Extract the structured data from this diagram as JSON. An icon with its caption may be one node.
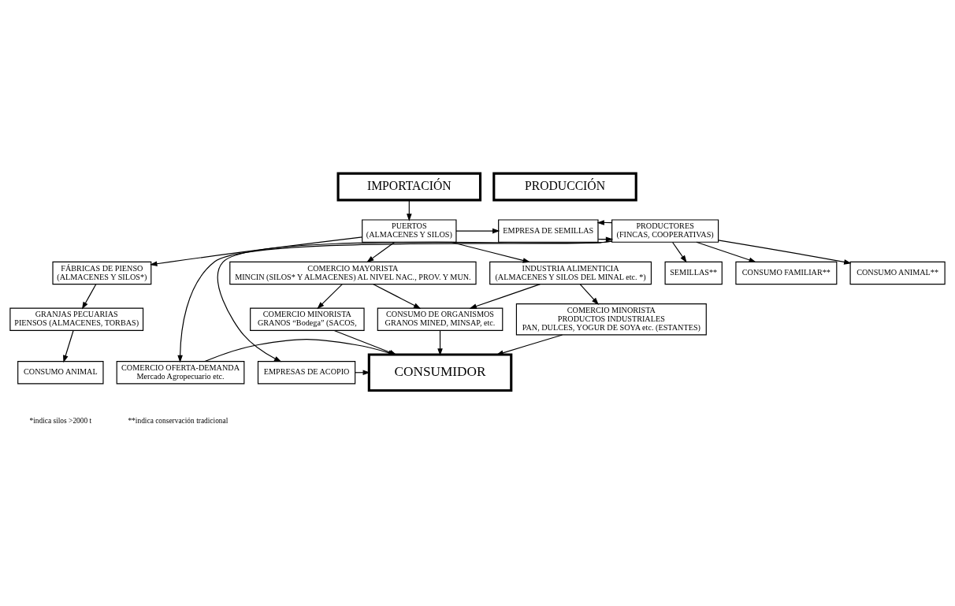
{
  "diagram": {
    "nodes": [
      {
        "text": [
          "IMPORTACIÓN"
        ]
      },
      {
        "text": [
          "PRODUCCIÓN"
        ]
      },
      {
        "text": [
          "PUERTOS",
          "(ALMACENES Y SILOS)"
        ]
      },
      {
        "text": [
          "EMPRESA DE SEMILLAS"
        ]
      },
      {
        "text": [
          "PRODUCTORES",
          "(FINCAS, COOPERATIVAS)"
        ]
      },
      {
        "text": [
          "CONSUMO ANIMAL**"
        ]
      },
      {
        "text": [
          "SEMILLAS**"
        ]
      },
      {
        "text": [
          "FÁBRICAS DE PIENSO",
          "(ALMACENES Y SILOS*)"
        ]
      },
      {
        "text": [
          "INDUSTRIA ALIMENTICIA",
          "(ALMACENES Y SILOS DEL MINAL etc. *)"
        ]
      },
      {
        "text": [
          "COMERCIO MAYORISTA",
          "MINCIN (SILOS* Y ALMACENES) AL NIVEL NAC., PROV. Y MUN."
        ]
      },
      {
        "text": [
          "CONSUMO FAMILIAR**"
        ]
      },
      {
        "text": [
          "GRANJAS PECUARIAS",
          "PIENSOS (ALMACENES, TORBAS)"
        ]
      },
      {
        "text": [
          "COMERCIO MINORISTA",
          "PRODUCTOS INDUSTRIALES",
          "PAN, DULCES, YOGUR DE SOYA etc. (ESTANTES)"
        ]
      },
      {
        "text": [
          "CONSUMO DE ORGANISMOS",
          "GRANOS MINED, MINSAP, etc."
        ]
      },
      {
        "text": [
          "COMERCIO MINORISTA",
          "GRANOS “Bodega” (SACOS,"
        ]
      },
      {
        "text": [
          "EMPRESAS DE ACOPIO"
        ]
      },
      {
        "text": [
          "CONSUMO ANIMAL"
        ]
      },
      {
        "text": [
          "CONSUMIDOR"
        ]
      },
      {
        "text": [
          "COMERCIO OFERTA-DEMANDA",
          "Mercado Agropecuario etc."
        ]
      }
    ],
    "edges": [
      {
        "from": 0,
        "to": 2,
        "arrow": "to"
      },
      {
        "from": 2,
        "to": 3,
        "arrow": "to"
      },
      {
        "from": 3,
        "to": 4,
        "arrow": "to"
      },
      {
        "from": 4,
        "to": 3,
        "arrow": "to"
      },
      {
        "from": 4,
        "to": 5,
        "arrow": "to"
      },
      {
        "from": 4,
        "to": 6,
        "arrow": "to"
      },
      {
        "from": 4,
        "to": 10,
        "arrow": "to"
      },
      {
        "from": 4,
        "to": 15,
        "arrow": "to"
      },
      {
        "from": 4,
        "to": 18,
        "arrow": "to"
      },
      {
        "from": 2,
        "to": 7,
        "arrow": "to"
      },
      {
        "from": 2,
        "to": 8,
        "arrow": "to"
      },
      {
        "from": 2,
        "to": 9,
        "arrow": "to"
      },
      {
        "from": 7,
        "to": 11,
        "arrow": "to"
      },
      {
        "from": 11,
        "to": 16,
        "arrow": "to"
      },
      {
        "from": 8,
        "to": 12,
        "arrow": "to"
      },
      {
        "from": 8,
        "to": 13,
        "arrow": "to"
      },
      {
        "from": 9,
        "to": 13,
        "arrow": "to"
      },
      {
        "from": 9,
        "to": 14,
        "arrow": "to"
      },
      {
        "from": 12,
        "to": 17,
        "arrow": "to"
      },
      {
        "from": 13,
        "to": 17,
        "arrow": "to"
      },
      {
        "from": 14,
        "to": 17,
        "arrow": "to"
      },
      {
        "from": 15,
        "to": 17,
        "arrow": "to"
      },
      {
        "from": 18,
        "to": 17,
        "arrow": "to"
      }
    ],
    "labels": [
      "*indica silos >2000 t",
      "**indica conservación tradicional"
    ]
  }
}
